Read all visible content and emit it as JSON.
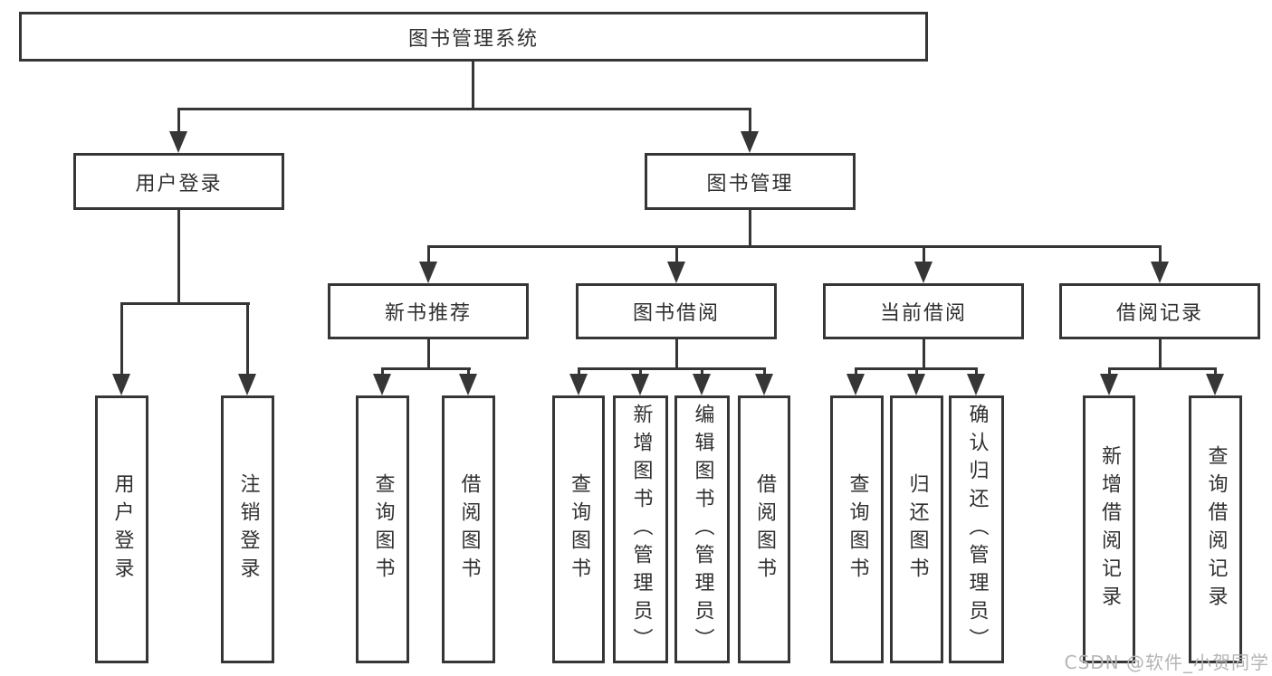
{
  "watermark": "CSDN @软件_小贺同学",
  "colors": {
    "line": "#363636",
    "text": "#303030",
    "box_background": "#ffffff",
    "watermark": "#b5b5b5"
  },
  "tree": {
    "label": "图书管理系统",
    "children": [
      {
        "label": "用户登录",
        "children": [
          {
            "label": "用户登录"
          },
          {
            "label": "注销登录"
          }
        ]
      },
      {
        "label": "图书管理",
        "children": [
          {
            "label": "新书推荐",
            "children": [
              {
                "label": "查询图书"
              },
              {
                "label": "借阅图书"
              }
            ]
          },
          {
            "label": "图书借阅",
            "children": [
              {
                "label": "查询图书"
              },
              {
                "label": "新增图书（管理员）"
              },
              {
                "label": "编辑图书（管理员）"
              },
              {
                "label": "借阅图书"
              }
            ]
          },
          {
            "label": "当前借阅",
            "children": [
              {
                "label": "查询图书"
              },
              {
                "label": "归还图书"
              },
              {
                "label": "确认归还（管理员）"
              }
            ]
          },
          {
            "label": "借阅记录",
            "children": [
              {
                "label": "新增借阅记录"
              },
              {
                "label": "查询借阅记录"
              }
            ]
          }
        ]
      }
    ]
  }
}
